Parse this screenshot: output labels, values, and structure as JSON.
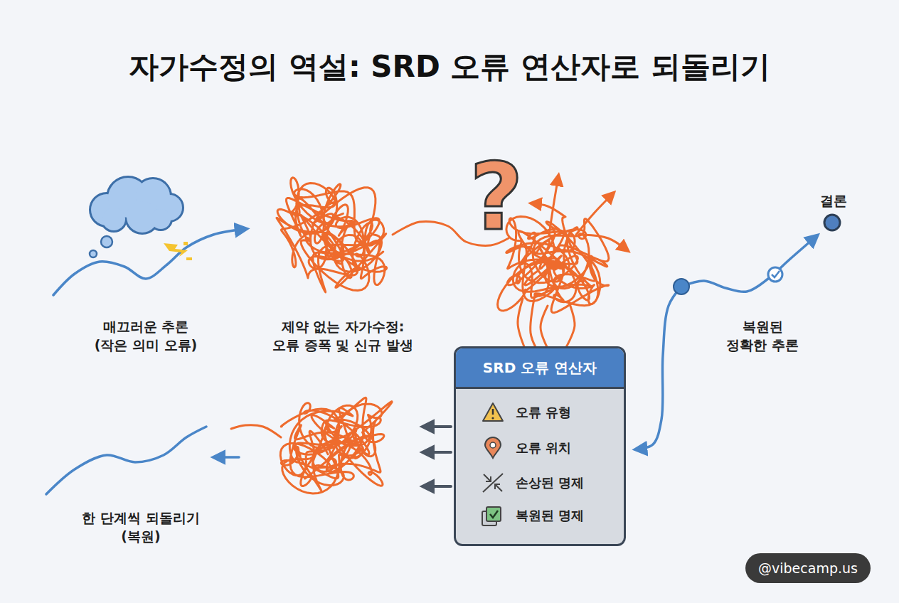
{
  "diagram": {
    "title": "자가수정의 역설: SRD 오류 연산자로 되돌리기",
    "nodes": [
      {
        "text": [
          "SRD 오류 연산자",
          "오류 유형",
          "오류 위치",
          "손상된 명제",
          "복원된 명제"
        ]
      }
    ],
    "labels": [
      "매끄러운 추론 (작은 의미 오류)",
      "제약 없는 자가수정: 오류 증폭 및 신규 발생",
      "?",
      "결론",
      "복원된 정확한 추론",
      "한 단계씩 되돌리기 (복원)",
      "@vibecamp.us"
    ]
  }
}
